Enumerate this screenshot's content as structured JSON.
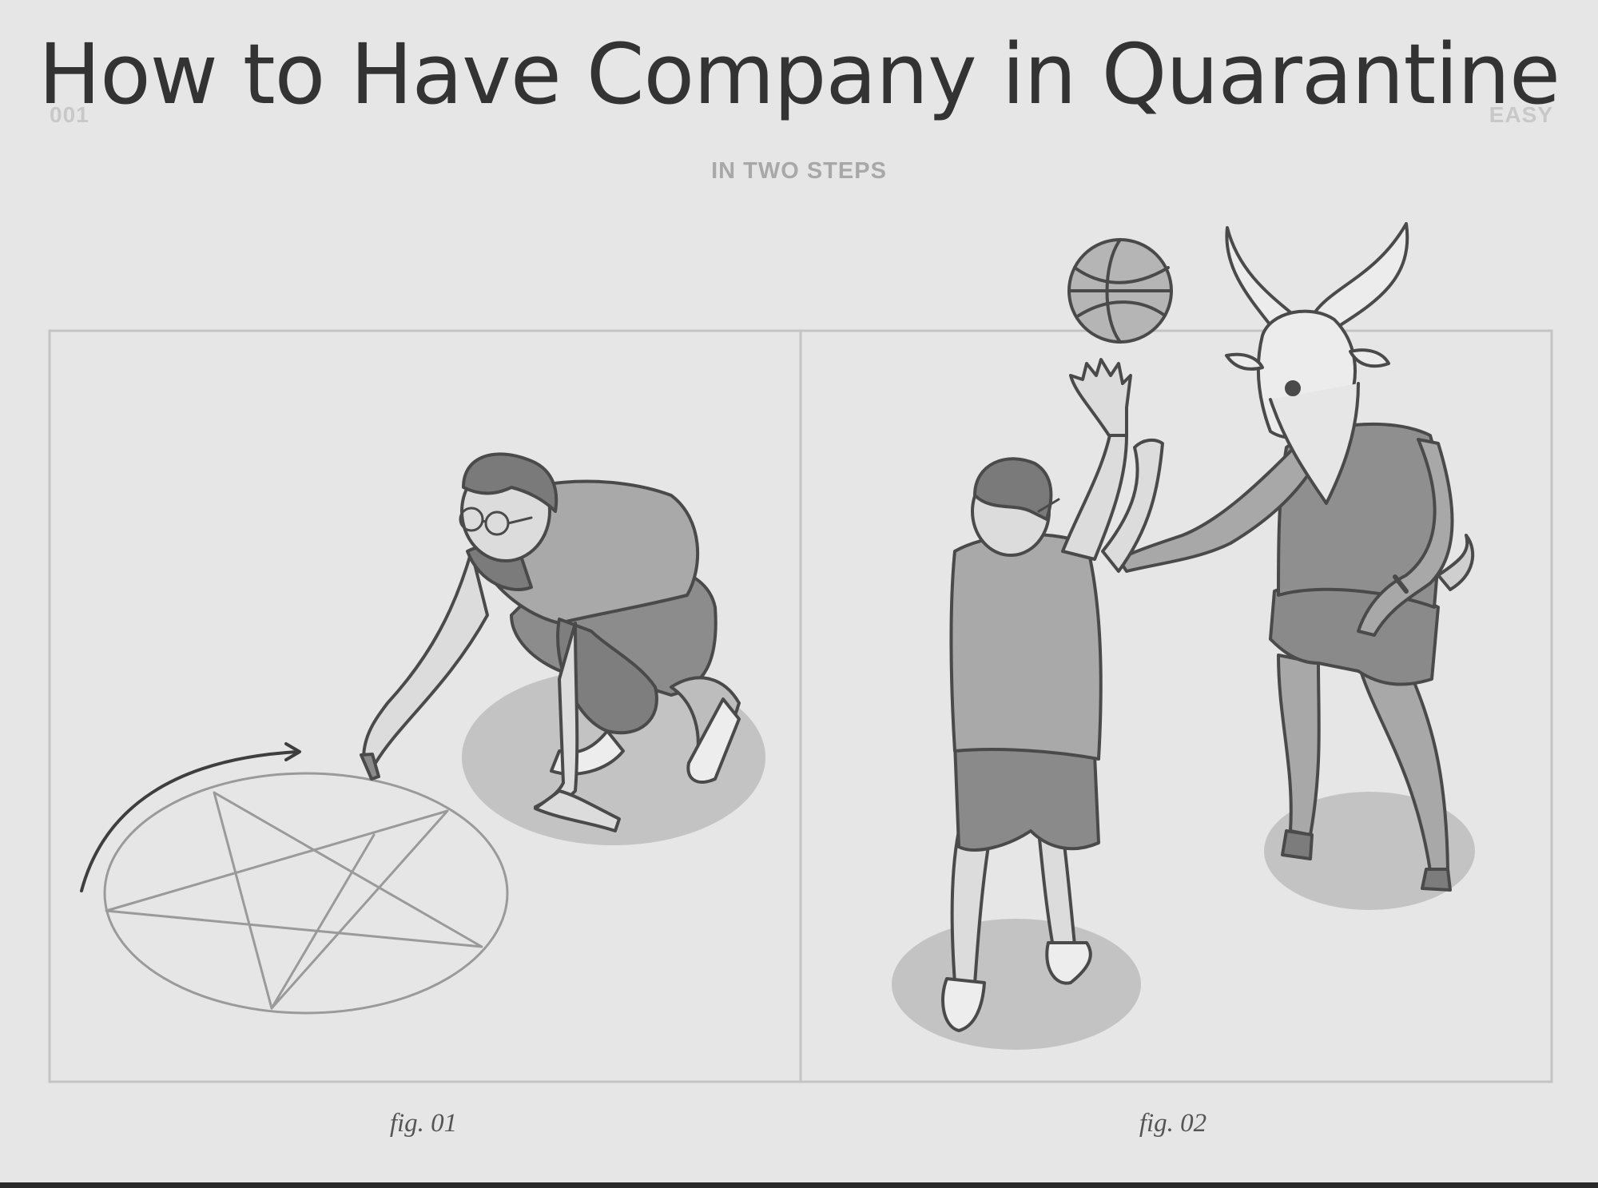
{
  "header": {
    "title": "How to Have Company in Quarantine",
    "issue_number": "001",
    "difficulty": "EASY",
    "subtitle": "IN TWO STEPS"
  },
  "figures": [
    {
      "caption": "fig. 01"
    },
    {
      "caption": "fig. 02"
    }
  ],
  "colors": {
    "background": "#e6e6e6",
    "panel_border": "#c4c4c4",
    "title_text": "#333333",
    "line_art": "#4a4a4a",
    "shadow": "#c3c3c3"
  }
}
